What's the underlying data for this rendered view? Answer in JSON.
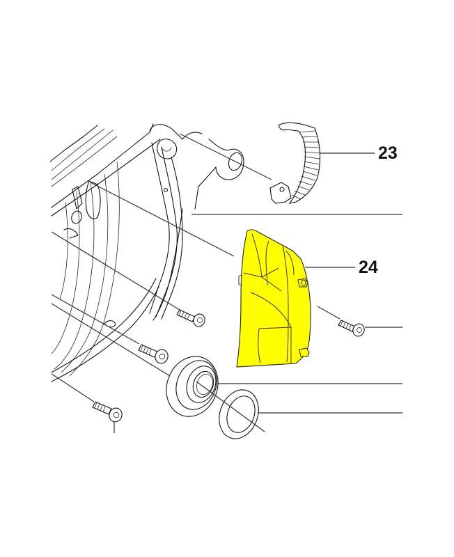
{
  "diagram": {
    "type": "exploded-parts-view",
    "highlight_color": "#FFFF00",
    "line_color": "#111111",
    "background": "#FFFFFF",
    "callouts": [
      {
        "id": "23",
        "label": "23",
        "part": "toothed drive belt / pulley band"
      },
      {
        "id": "24",
        "label": "24",
        "part": "highlighted cover / guard (yellow)"
      }
    ],
    "unlabeled_parts": [
      "housing / crankcase",
      "screw (x4)",
      "ball bearing",
      "seal ring"
    ]
  }
}
